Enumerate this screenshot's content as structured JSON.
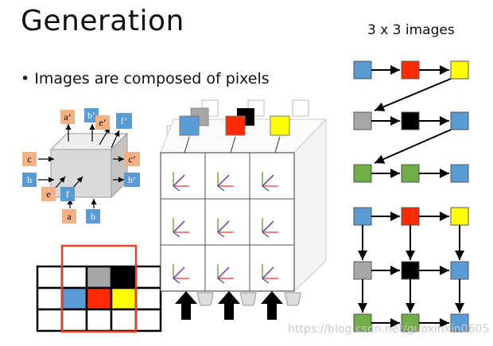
{
  "title": "Generation",
  "bullet_text": "Images are composed of pixels",
  "grid_caption": "3 x 3 images",
  "cube_labels": {
    "a_prime": "a’",
    "b_prime": "b’",
    "e_prime": "e’",
    "f_prime": "f’",
    "c": "c",
    "h": "h",
    "c_prime": "c’",
    "h_prime": "h’",
    "e": "e",
    "f": "f",
    "a": "a",
    "b": "b"
  },
  "pixel_grid_rows": [
    [
      "white",
      "white",
      "gray",
      "black",
      "white"
    ],
    [
      "white",
      "blue",
      "red",
      "yellow",
      "white"
    ],
    [
      "white",
      "white",
      "white",
      "white",
      "white"
    ]
  ],
  "flow_chain_order": [
    [
      "blue",
      "red",
      "yellow"
    ],
    [
      "gray",
      "black",
      "blue"
    ],
    [
      "green",
      "green",
      "blue"
    ]
  ],
  "flow_grid": [
    [
      "blue",
      "red",
      "yellow"
    ],
    [
      "gray",
      "black",
      "blue"
    ],
    [
      "green",
      "green",
      "blue"
    ]
  ],
  "watermark": "https://blog.csdn.net/guoxinxin0605",
  "colors": {
    "blue": "#5b9bd5",
    "red": "#ff2a00",
    "yellow": "#ffff00",
    "gray": "#a6a6a6",
    "black": "#000000",
    "green": "#70ad47",
    "salmon": "#f4b183",
    "white": "#ffffff",
    "frame_red": "#e8402a"
  }
}
